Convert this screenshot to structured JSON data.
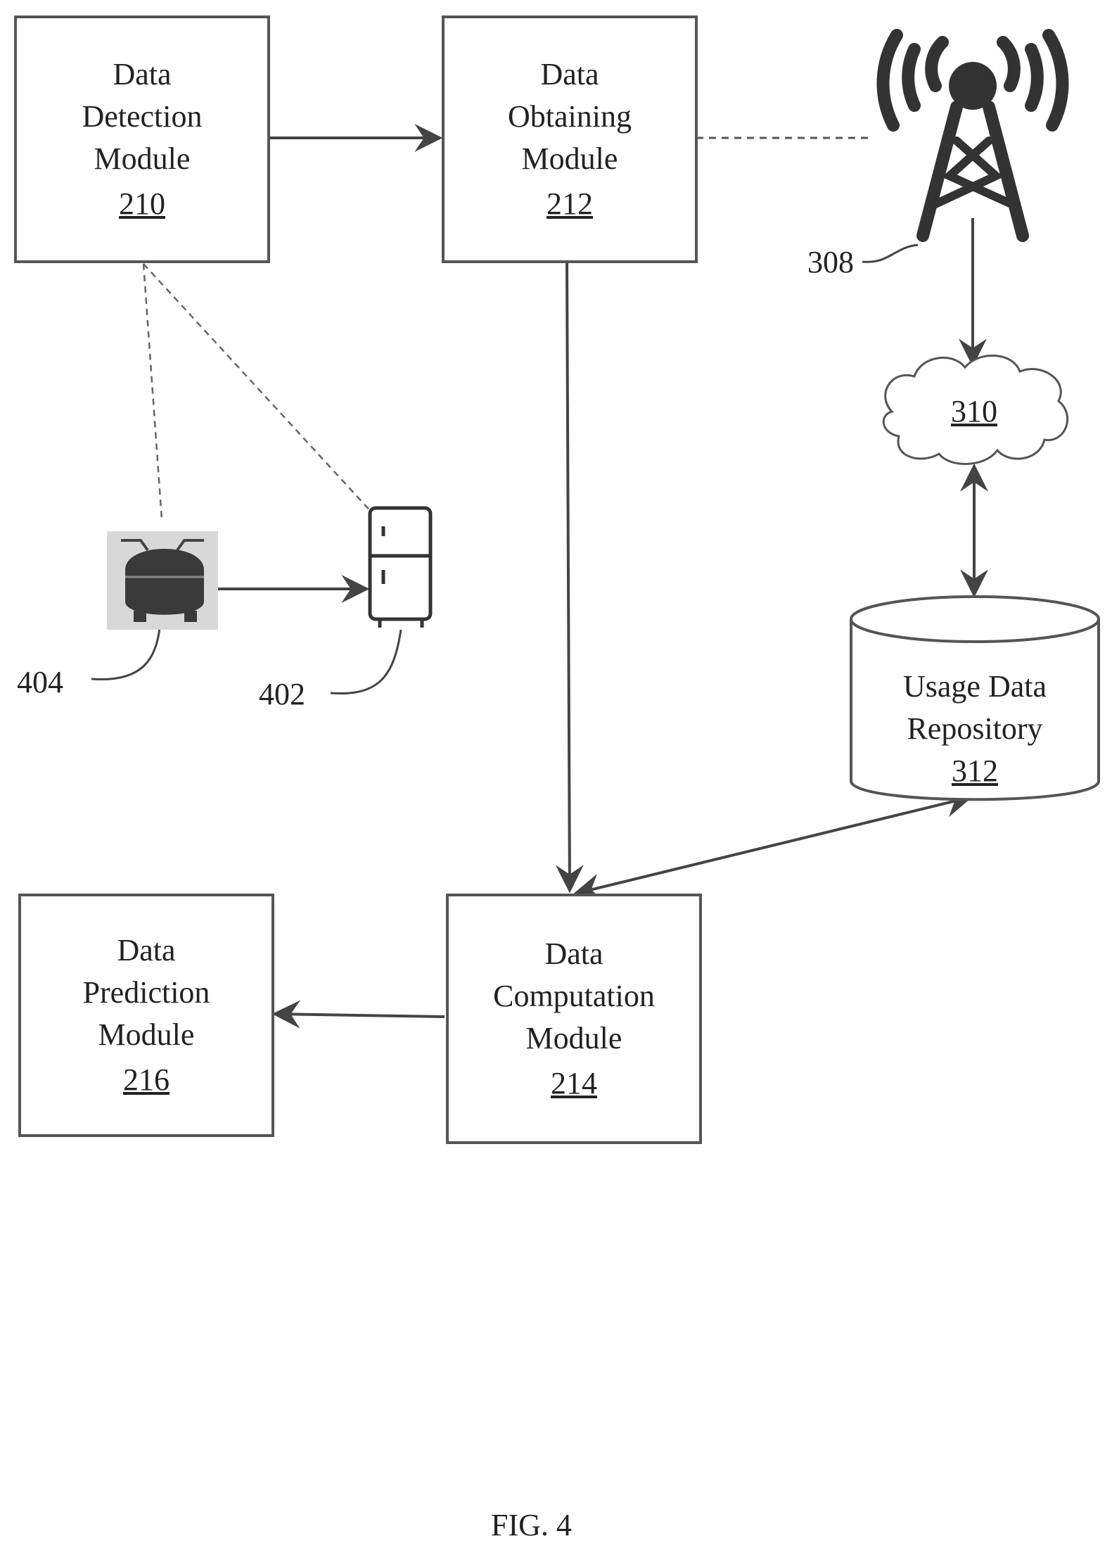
{
  "modules": {
    "detection": {
      "line1": "Data",
      "line2": "Detection",
      "line3": "Module",
      "ref": "210"
    },
    "obtaining": {
      "line1": "Data",
      "line2": "Obtaining",
      "line3": "Module",
      "ref": "212"
    },
    "computation": {
      "line1": "Data",
      "line2": "Computation",
      "line3": "Module",
      "ref": "214"
    },
    "prediction": {
      "line1": "Data",
      "line2": "Prediction",
      "line3": "Module",
      "ref": "216"
    }
  },
  "repository": {
    "line1": "Usage Data",
    "line2": "Repository",
    "ref": "312"
  },
  "network": {
    "ref": "310"
  },
  "tower": {
    "ref": "308"
  },
  "appliances": {
    "meter_ref": "404",
    "fridge_ref": "402"
  },
  "caption": "FIG. 4"
}
